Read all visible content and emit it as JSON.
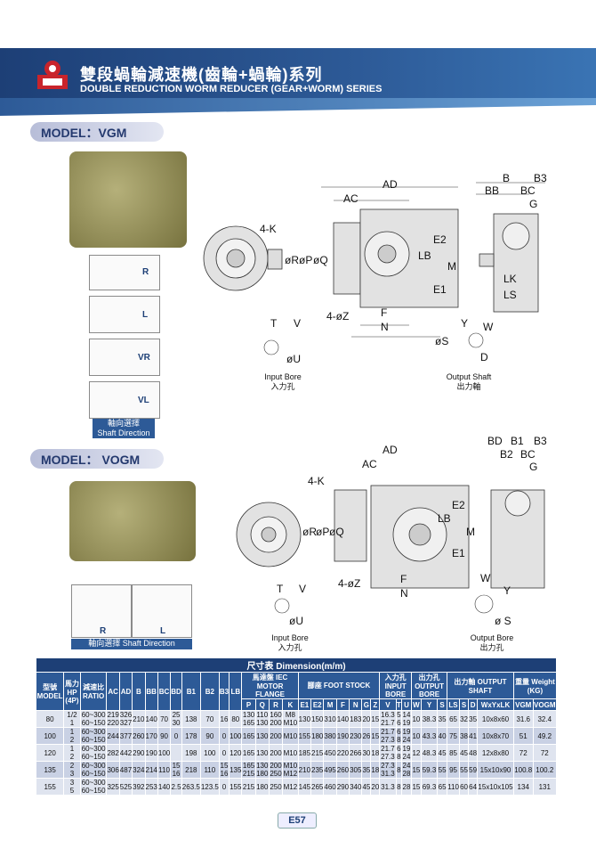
{
  "header": {
    "title_cn": "雙段蝸輪減速機(齒輪+蝸輪)系列",
    "title_en": "DOUBLE REDUCTION WORM REDUCER (GEAR+WORM) SERIES",
    "brand_color": "#1d3f76"
  },
  "model1": {
    "label": "MODEL：VGM",
    "directions": [
      "R",
      "L",
      "VR",
      "VL"
    ],
    "direction_caption_cn": "軸向選擇",
    "direction_caption_en": "Shaft Direction",
    "labels": {
      "AD": "AD",
      "AC": "AC",
      "B": "B",
      "B3": "B3",
      "BB": "BB",
      "BC": "BC",
      "G": "G",
      "4K": "4-K",
      "R": "øR",
      "P": "øP",
      "Q": "øQ",
      "LB": "LB",
      "E2": "E2",
      "M": "M",
      "E1": "E1",
      "LK": "LK",
      "LS": "LS",
      "4Z": "4-øZ",
      "F": "F",
      "N": "N",
      "T": "T",
      "V": "V",
      "U": "øU",
      "S": "øS",
      "Y": "Y",
      "W": "W",
      "D": "D"
    },
    "input_bore": "Input Bore",
    "input_bore_cn": "入力孔",
    "output_shaft": "Output Shaft",
    "output_shaft_cn": "出力軸"
  },
  "model2": {
    "label": "MODEL：  VOGM",
    "directions": [
      "R",
      "L"
    ],
    "direction_caption": "軸向選擇  Shaft Direction",
    "labels": {
      "AD": "AD",
      "AC": "AC",
      "BD": "BD",
      "B1": "B1",
      "B3": "B3",
      "B2": "B2",
      "BC": "BC",
      "G": "G",
      "4K": "4-K",
      "R": "øR",
      "P": "øP",
      "Q": "øQ",
      "LB": "LB",
      "E2": "E2",
      "M": "M",
      "E1": "E1",
      "4Z": "4-øZ",
      "F": "F",
      "N": "N",
      "T": "T",
      "V": "V",
      "U": "øU",
      "W": "W",
      "Y": "Y",
      "S": "ø S"
    },
    "input_bore": "Input Bore",
    "input_bore_cn": "入力孔",
    "output_bore": "Output Bore",
    "output_bore_cn": "出力孔"
  },
  "table": {
    "title": "尺寸表  Dimension(m/m)",
    "group_headers": {
      "model": "型號 MODEL",
      "hp": "馬力 HP (4P)",
      "ratio": "減速比 RATIO",
      "motor": "馬達盤 IEC MOTOR FLANGE",
      "foot": "腳座 FOOT STOCK",
      "input": "入力孔 INPUT BORE",
      "output_bore": "出力孔 OUTPUT BORE",
      "output_shaft": "出力軸 OUTPUT SHAFT",
      "weight": "重量 Weight (KG)"
    },
    "columns": [
      "AC",
      "AD",
      "B",
      "BB",
      "BC",
      "BD",
      "B1",
      "B2",
      "B3",
      "LB",
      "P",
      "Q",
      "R",
      "K",
      "E1",
      "E2",
      "M",
      "F",
      "N",
      "G",
      "Z",
      "V",
      "T",
      "U",
      "W",
      "Y",
      "S",
      "LS",
      "S",
      "D",
      "WxYxLK",
      "VGM",
      "VOGM"
    ],
    "rows": [
      {
        "model": "80",
        "hp": "1/2\n1",
        "ratio": "60~300\n60~150",
        "vals": [
          "219\n220",
          "326\n327",
          "210",
          "140",
          "70",
          "25\n30",
          "138",
          "70",
          "16",
          "80",
          "130\n165",
          "110\n130",
          "160\n200",
          "M8\nM10",
          "130",
          "150",
          "310",
          "140",
          "183",
          "20",
          "15",
          "16.3\n21.7",
          "5\n6",
          "14\n19",
          "10",
          "38.3",
          "35",
          "65",
          "32",
          "35",
          "10x8x60",
          "31.6",
          "32.4"
        ]
      },
      {
        "model": "100",
        "hp": "1\n2",
        "ratio": "60~300\n60~150",
        "vals": [
          "244",
          "377",
          "260",
          "170",
          "90",
          "0",
          "178",
          "90",
          "0",
          "100",
          "165",
          "130",
          "200",
          "M10",
          "155",
          "180",
          "380",
          "190",
          "230",
          "26",
          "15",
          "21.7\n27.3",
          "6\n8",
          "19\n24",
          "10",
          "43.3",
          "40",
          "75",
          "38",
          "41",
          "10x8x70",
          "51",
          "49.2"
        ]
      },
      {
        "model": "120",
        "hp": "1\n2",
        "ratio": "60~300\n60~150",
        "vals": [
          "282",
          "442",
          "290",
          "190",
          "100",
          "",
          "198",
          "100",
          "0",
          "120",
          "165",
          "130",
          "200",
          "M10",
          "185",
          "215",
          "450",
          "220",
          "266",
          "30",
          "18",
          "21.7\n27.3",
          "6\n8",
          "19\n24",
          "12",
          "48.3",
          "45",
          "85",
          "45",
          "48",
          "12x8x80",
          "72",
          "72"
        ]
      },
      {
        "model": "135",
        "hp": "2\n3",
        "ratio": "60~300\n60~150",
        "vals": [
          "306",
          "487",
          "324",
          "214",
          "110",
          "15\n16",
          "218",
          "110",
          "15\n16",
          "135",
          "165\n215",
          "130\n180",
          "200\n250",
          "M10\nM12",
          "210",
          "235",
          "495",
          "260",
          "305",
          "35",
          "18",
          "27.3\n31.3",
          "8",
          "24\n28",
          "15",
          "59.3",
          "55",
          "95",
          "55",
          "59",
          "15x10x90",
          "100.8",
          "100.2"
        ]
      },
      {
        "model": "155",
        "hp": "3\n5",
        "ratio": "60~300\n60~150",
        "vals": [
          "325",
          "525",
          "392",
          "253",
          "140",
          "2.5",
          "263.5",
          "123.5",
          "0",
          "155",
          "215",
          "180",
          "250",
          "M12",
          "145",
          "265",
          "460",
          "290",
          "340",
          "45",
          "20",
          "31.3",
          "8",
          "28",
          "15",
          "69.3",
          "65",
          "110",
          "60",
          "64",
          "15x10x105",
          "134",
          "131"
        ]
      }
    ]
  },
  "page_number": "E57"
}
